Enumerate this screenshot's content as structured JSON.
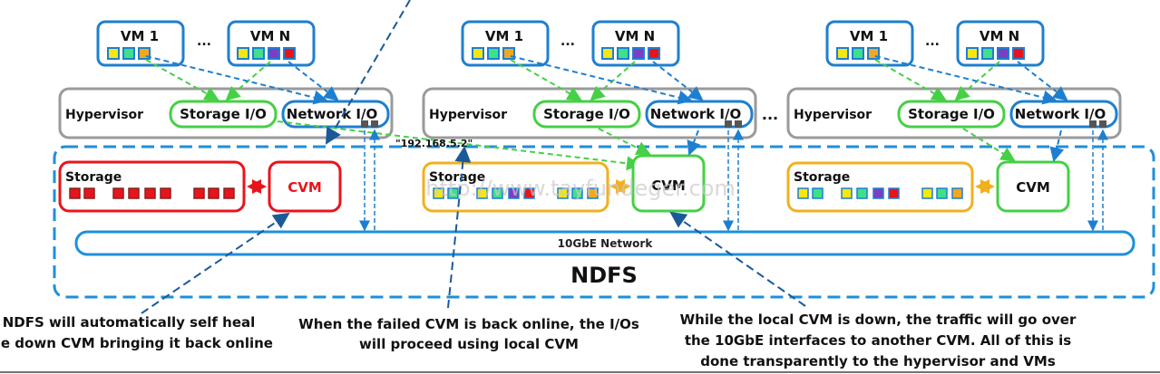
{
  "vm": {
    "first": "VM 1",
    "ellipsis": "...",
    "last": "VM N"
  },
  "hypervisor": {
    "label": "Hypervisor",
    "storage_io": "Storage I/O",
    "network_io": "Network I/O"
  },
  "between_nodes_ellipsis": "...",
  "ip_label": "\"192.168.5.2\"",
  "storage_label": "Storage",
  "cvm_label": "CVM",
  "network_label": "10GbE Network",
  "ndfs_label": "NDFS",
  "watermark": "http://www.tayfundeger.com",
  "captions": {
    "left": [
      "NDFS will automatically self heal",
      "the down CVM bringing it back online"
    ],
    "middle": [
      "When the failed CVM is back online, the I/Os",
      "will proceed using local CVM"
    ],
    "right": [
      "While the local CVM is down, the traffic will go over",
      "the 10GbE interfaces to another CVM.  All of this is",
      "done transparently to the hypervisor and VMs"
    ]
  },
  "colors": {
    "failed": "#e8141c",
    "blue": "#1e7fd0",
    "green": "#45d045",
    "amber": "#f2b01e",
    "gray": "#9a9a9a"
  }
}
